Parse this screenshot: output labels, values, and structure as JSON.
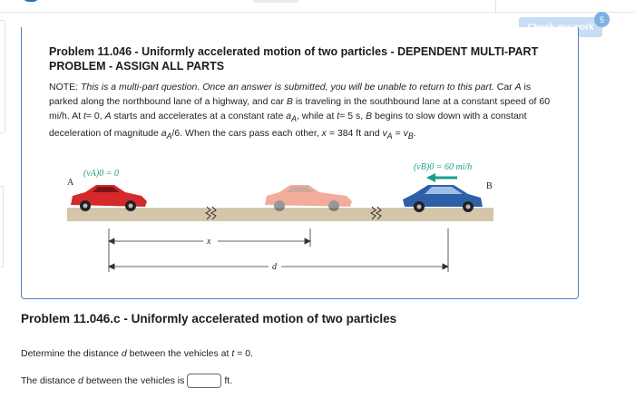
{
  "toolbar": {
    "check_label": "Check my work",
    "badge_count": "5"
  },
  "problem": {
    "title": "Problem 11.046 - Uniformly accelerated motion of two particles - DEPENDENT MULTI-PART PROBLEM - ASSIGN ALL PARTS",
    "note_prefix": "NOTE:",
    "note_italic": "This is a multi-part question. Once an answer is submitted, you will be unable to return to this part.",
    "t1": "Car",
    "car_a": "A",
    "t2": "is parked along the northbound lane of a highway, and car",
    "car_b": "B",
    "t3": "is traveling in the southbound lane at a constant speed of 60 mi/h. At",
    "t_var": "t",
    "t4": "= 0,",
    "t5": "starts and accelerates at a constant rate",
    "a_var": "a",
    "a_sub": "A",
    "t6": ", while at",
    "t7": "= 5 s,",
    "t8": "begins to slow down with a constant deceleration of magnitude",
    "t9": "/6. When the cars pass each other,",
    "x_var": "x",
    "t10": "= 384 ft and",
    "v_var": "v",
    "eq_part": "=",
    "t11": "."
  },
  "figure": {
    "label_a": "A",
    "label_b": "B",
    "va0": "(vA)0 = 0",
    "vb0": "(vB)0 = 60 mi/h",
    "dim_x": "x",
    "dim_d": "d"
  },
  "part": {
    "title": "Problem 11.046.c - Uniformly accelerated motion of two particles",
    "q1": "Determine the distance",
    "q_d": "d",
    "q2": "between the vehicles at",
    "q_t": "t",
    "q3": "= 0.",
    "a1": "The distance",
    "a_d": "d",
    "a2": "between the vehicles is",
    "unit": "ft.",
    "input_value": ""
  },
  "colors": {
    "accent": "#4f7fbd",
    "button": "#c7ddf3",
    "car_a": "#d42a2a",
    "car_b": "#2f5fa8"
  }
}
